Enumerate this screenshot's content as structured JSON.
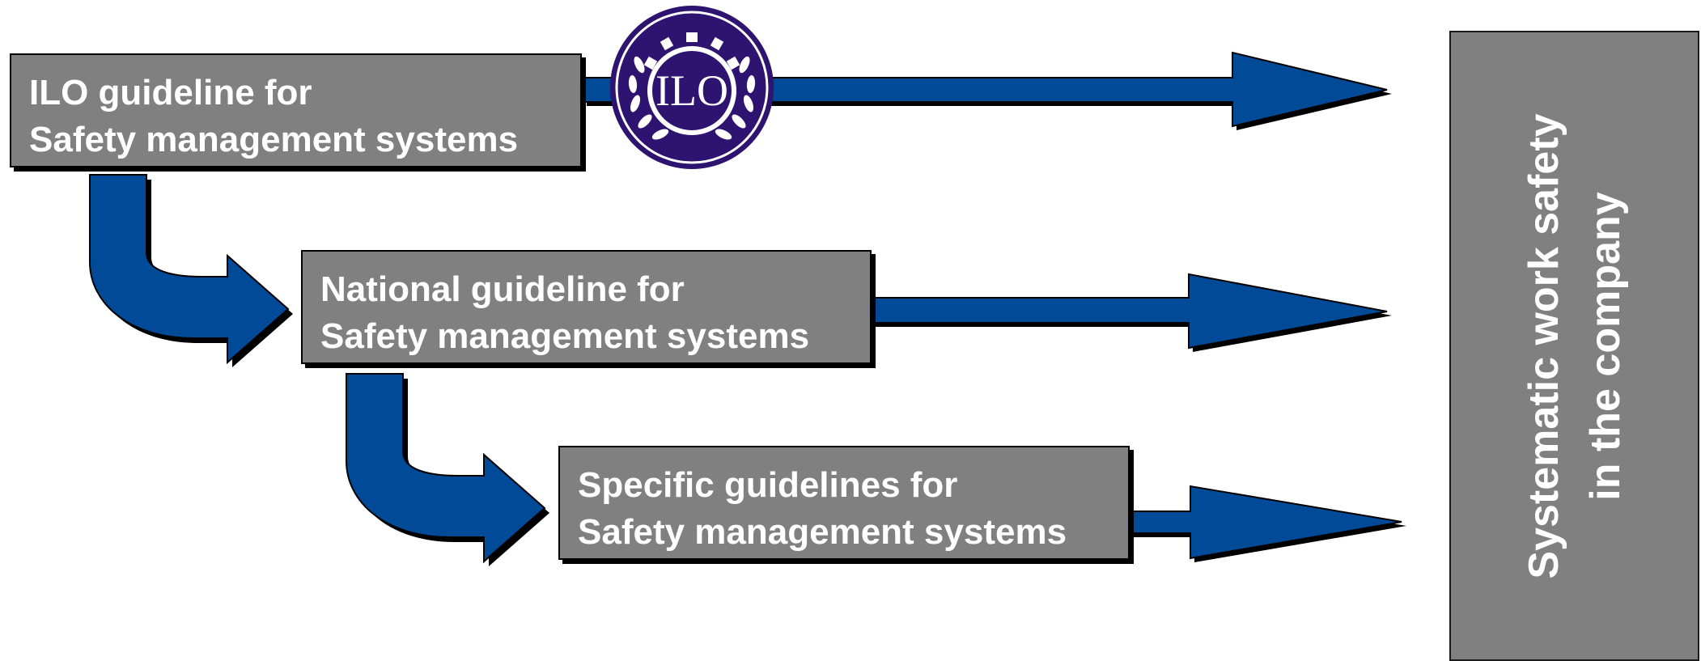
{
  "colors": {
    "arrow_blue": "#004A97",
    "box_gray": "#808080",
    "logo_purple": "#2E1470",
    "text_white": "#FFFFFF"
  },
  "logo": {
    "text": "ILO",
    "icon": "ilo-emblem-icon"
  },
  "boxes": {
    "ilo": {
      "line1": "ILO guideline for",
      "line2": "Safety management systems"
    },
    "national": {
      "line1": "National guideline for",
      "line2": "Safety management systems"
    },
    "specific": {
      "line1": "Specific guidelines for",
      "line2": "Safety management systems"
    }
  },
  "company": {
    "line1": "Systematic work safety",
    "line2": "in the company"
  }
}
